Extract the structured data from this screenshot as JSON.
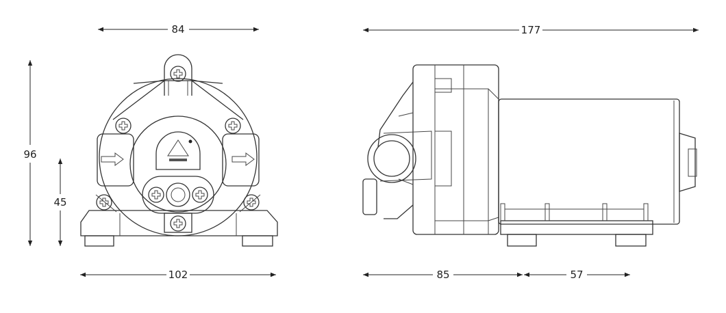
{
  "dimensions": {
    "front_width_top": "84",
    "front_width_base": "102",
    "front_height_total": "96",
    "front_height_inlet": "45",
    "side_length_total": "177",
    "side_length_head": "85",
    "side_length_base": "57"
  },
  "colors": {
    "line": "#333333",
    "background": "#ffffff"
  }
}
